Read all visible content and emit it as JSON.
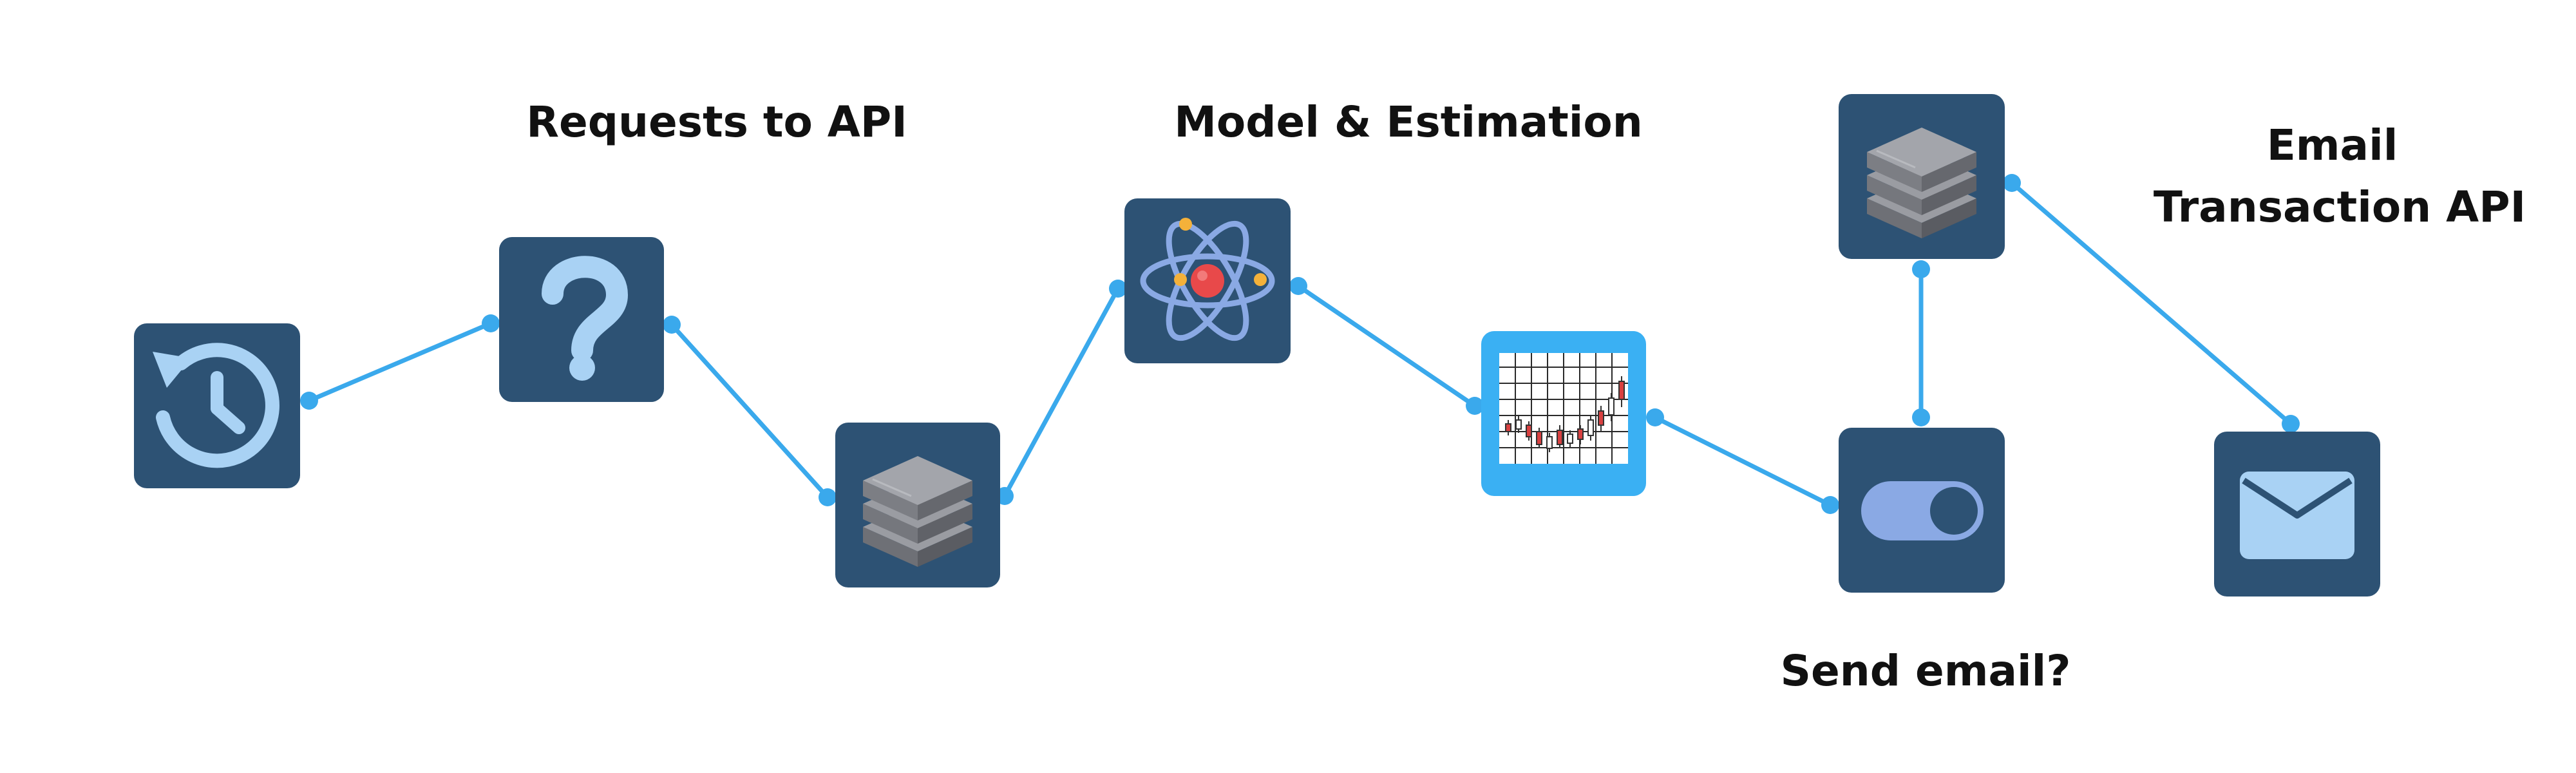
{
  "labels": {
    "requests_to_api": "Requests to API",
    "model_estimation": "Model & Estimation",
    "email_transaction_api": [
      "Email",
      "Transaction API"
    ],
    "send_email": "Send email?"
  },
  "colors": {
    "node_dark": "#2d5274",
    "node_highlight": "#3ab0f3",
    "connector": "#3aa9ec",
    "icon_light": "#a9d2f4",
    "icon_purple": "#8aa9e4",
    "server_top": "#8e9096",
    "server_side": "#6e7076"
  },
  "icons": {
    "node_schedule": "history-clock-icon",
    "node_question": "question-mark-icon",
    "node_server_1": "server-stack-icon",
    "node_model": "atom-icon",
    "node_chart": "candlestick-chart-icon",
    "node_toggle": "toggle-switch-icon",
    "node_server_2": "server-stack-icon",
    "node_email": "envelope-icon"
  }
}
